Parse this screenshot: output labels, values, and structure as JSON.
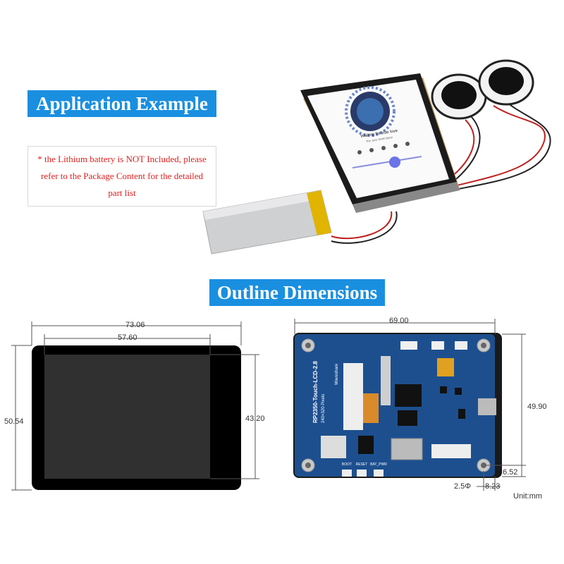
{
  "headings": {
    "application_example": "Application Example",
    "outline_dimensions": "Outline Dimensions"
  },
  "note": {
    "line1": "* the Lithium battery is NOT Included, please",
    "line2": "refer to the Package Content for the detailed",
    "line3": "part list"
  },
  "player_screen": {
    "song_title": "Waiting for true love",
    "artist": "The Jons Smith Band"
  },
  "board": {
    "model_label": "RP2350-Touch-LCD-2.8",
    "resolution_label": "240×320 Pixels",
    "brand": "Waveshare",
    "button_labels": [
      "BOOT",
      "RESET",
      "BAT_PWR"
    ]
  },
  "dimensions_front": {
    "overall_width": "73.06",
    "active_width": "57.60",
    "overall_height": "50.54",
    "active_height": "43.20"
  },
  "dimensions_back": {
    "board_width": "69.00",
    "board_height": "49.90",
    "hole_offset_v": "6.52",
    "hole_diameter": "2.5Φ",
    "hole_offset_h": "8.23",
    "unit": "Unit:mm"
  },
  "colors": {
    "banner": "#1a8fe0",
    "warning_text": "#e02020",
    "pcb": "#1d4f8f"
  }
}
